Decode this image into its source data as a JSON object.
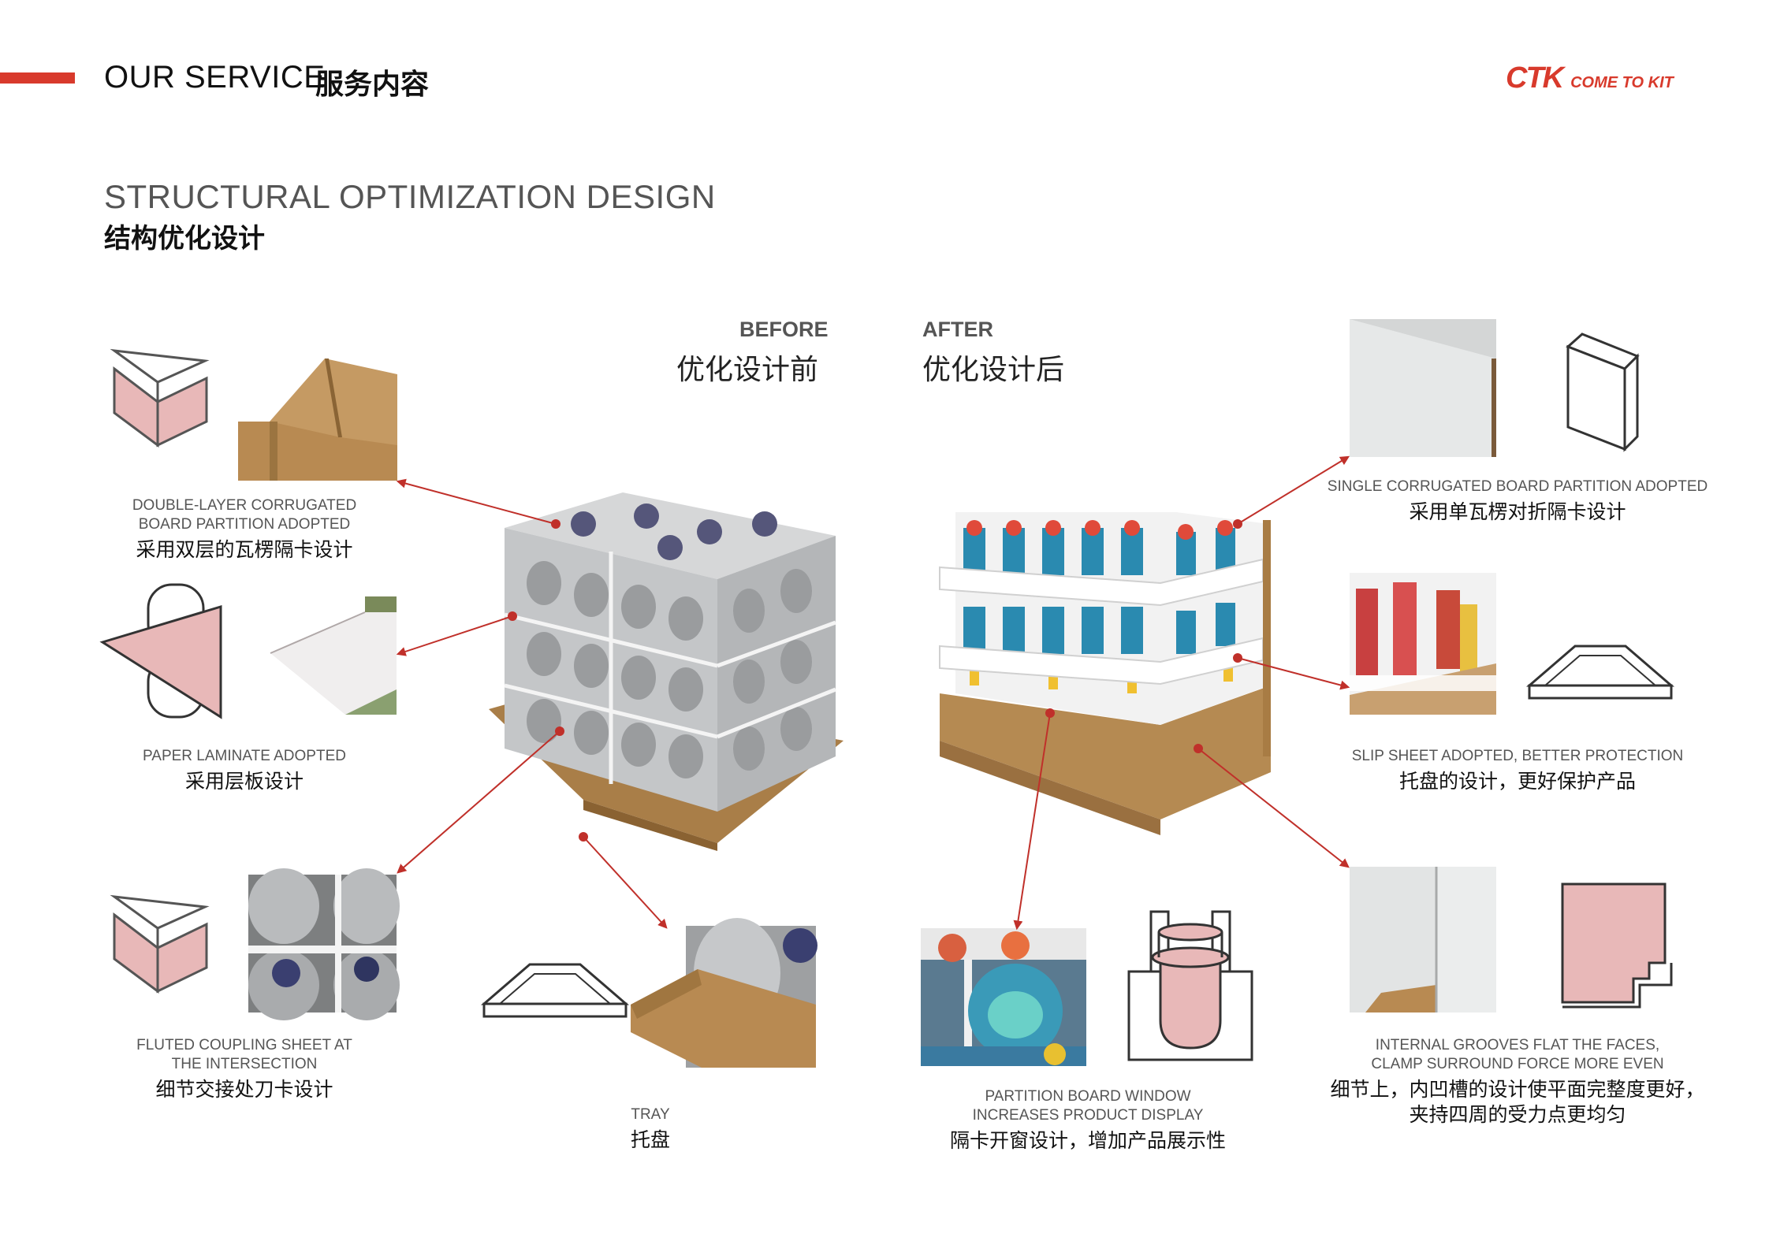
{
  "header": {
    "title_en": "OUR SERVICE",
    "title_cn": "服务内容"
  },
  "logo": {
    "mark": "CTK",
    "text": "COME TO KIT"
  },
  "section": {
    "title_en": "STRUCTURAL OPTIMIZATION DESIGN",
    "title_cn": "结构优化设计"
  },
  "before": {
    "en": "BEFORE",
    "cn": "优化设计前"
  },
  "after": {
    "en": "AFTER",
    "cn": "优化设计后"
  },
  "captions": {
    "double_layer": {
      "en_1": "DOUBLE-LAYER CORRUGATED",
      "en_2": "BOARD PARTITION ADOPTED",
      "cn": "采用双层的瓦楞隔卡设计"
    },
    "paper_laminate": {
      "en_1": "PAPER LAMINATE ADOPTED",
      "cn": "采用层板设计"
    },
    "fluted": {
      "en_1": "FLUTED COUPLING SHEET AT",
      "en_2": "THE INTERSECTION",
      "cn": "细节交接处刀卡设计"
    },
    "tray": {
      "en_1": "TRAY",
      "cn": "托盘"
    },
    "single_corrugated": {
      "en_1": "SINGLE CORRUGATED BOARD PARTITION ADOPTED",
      "cn": "采用单瓦楞对折隔卡设计"
    },
    "slip_sheet": {
      "en_1": "SLIP SHEET ADOPTED, BETTER PROTECTION",
      "cn": "托盘的设计，更好保护产品"
    },
    "partition_window": {
      "en_1": "PARTITION BOARD WINDOW",
      "en_2": "INCREASES PRODUCT DISPLAY",
      "cn": "隔卡开窗设计，增加产品展示性"
    },
    "internal_grooves": {
      "en_1": "INTERNAL GROOVES FLAT THE FACES,",
      "en_2": "CLAMP SURROUND FORCE MORE EVEN",
      "cn_1": "细节上，内凹槽的设计使平面完整度更好，",
      "cn_2": "夹持四周的受力点更均匀"
    }
  },
  "colors": {
    "accent": "#d83a2c",
    "pink": "#e8b8b8",
    "cardboard": "#b88a52",
    "arrow": "#c0302a"
  }
}
